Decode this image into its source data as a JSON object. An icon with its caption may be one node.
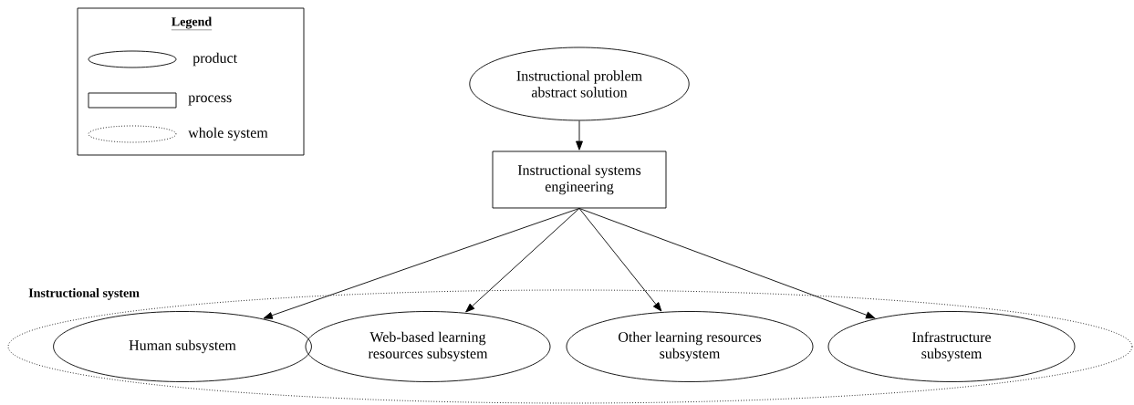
{
  "diagram": {
    "nodes": [
      {
        "text": [
          "Instructional problem abstract solution"
        ]
      },
      {
        "text": [
          "Instructional systems engineering"
        ]
      },
      {
        "text": [
          "Instructional system"
        ]
      },
      {
        "text": [
          "Human subsystem"
        ],
        "in": 2
      },
      {
        "text": [
          "Web-based learning resources subsystem"
        ],
        "in": 2
      },
      {
        "text": [
          "Other learning resources subsystem"
        ],
        "in": 2
      },
      {
        "text": [
          "Infrastructure subsystem"
        ],
        "in": 2
      }
    ],
    "edges": [
      {
        "from": 0,
        "to": 1,
        "arrow": "to"
      },
      {
        "from": 1,
        "to": 3,
        "arrow": "to"
      },
      {
        "from": 1,
        "to": 4,
        "arrow": "to"
      },
      {
        "from": 1,
        "to": 5,
        "arrow": "to"
      },
      {
        "from": 1,
        "to": 6,
        "arrow": "to"
      }
    ],
    "labels": [
      "Legend"
    ],
    "legend": [
      {
        "text": "product"
      },
      {
        "text": "process"
      },
      {
        "text": "whole system"
      }
    ]
  }
}
